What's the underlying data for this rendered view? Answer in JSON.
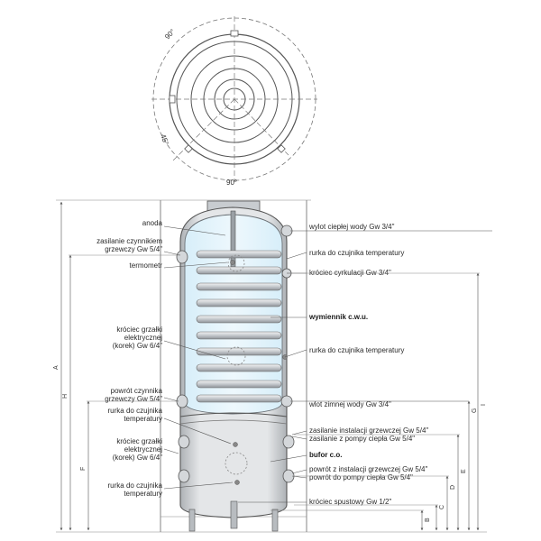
{
  "colors": {
    "line": "#555555",
    "tank_fill": "#dfe1e3",
    "tank_dark": "#9a9ea3",
    "water": "#e4f3fb",
    "coil": "#c9cdd1",
    "text": "#2a2a2a"
  },
  "top_view": {
    "angle_top": "90°",
    "angle_left": "45°",
    "angle_bottom": "90°"
  },
  "labels_left": {
    "anoda": "anoda",
    "zasilanie_1": "zasilanie czynnikiem",
    "zasilanie_2": "grzewczy Gw 5/4\"",
    "termometr": "termometr",
    "grzalka_top_1": "króciec grzałki",
    "grzalka_top_2": "elektrycznej",
    "grzalka_top_3": "(korek) Gw 6/4\"",
    "powrot_1": "powrót czynnika",
    "powrot_2": "grzewczy Gw 5/4\"",
    "rurka_mid_1": "rurka do czujnika",
    "rurka_mid_2": "temperatury",
    "grzalka_bot_1": "króciec grzałki",
    "grzalka_bot_2": "elektrycznej",
    "grzalka_bot_3": "(korek) Gw 6/4\"",
    "rurka_bot_1": "rurka do czujnika",
    "rurka_bot_2": "temperatury"
  },
  "labels_right": {
    "wylot": "wylot ciepłej wody Gw 3/4\"",
    "rurka_1": "rurka do czujnika temperatury",
    "cyrkulacja": "króciec cyrkulacji Gw 3/4\"",
    "wymiennik": "wymiennik c.w.u.",
    "rurka_2": "rurka do czujnika temperatury",
    "wlot": "wlot zimnej wody Gw 3/4\"",
    "zasilanie_inst": "zasilanie instalacji grzewczej Gw 5/4\"",
    "zasilanie_pompy": "zasilanie z pompy ciepła Gw 5/4\"",
    "bufor": "bufor c.o.",
    "powrot_inst": "powrót z instalacji grzewczej Gw 5/4\"",
    "powrot_pompy": "powrót do pompy ciepła Gw 5/4\"",
    "spustowy": "króciec spustowy Gw 1/2\""
  },
  "dimensions": {
    "A": "A",
    "H": "H",
    "F": "F",
    "I": "I",
    "G": "G",
    "E": "E",
    "D": "D",
    "C": "C",
    "B": "B"
  }
}
